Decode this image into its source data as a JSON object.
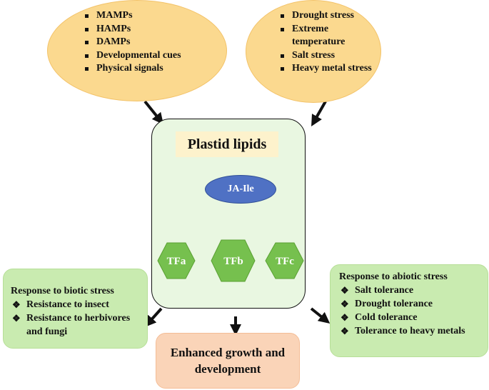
{
  "biotic_signals": {
    "items": [
      "MAMPs",
      "HAMPs",
      "DAMPs",
      "Developmental cues",
      "Physical signals"
    ]
  },
  "abiotic_signals": {
    "items": [
      "Drought stress",
      "Extreme temperature",
      "Salt stress",
      "Heavy metal stress"
    ]
  },
  "center": {
    "plastid_label": "Plastid lipids",
    "ja_label": "JA-Ile",
    "tfs": [
      "TFa",
      "TFb",
      "TFc"
    ]
  },
  "biotic_response": {
    "title": "Response to biotic stress",
    "items": [
      "Resistance to insect",
      "Resistance to herbivores and fungi"
    ]
  },
  "abiotic_response": {
    "title": "Response to abiotic stress",
    "items": [
      "Salt tolerance",
      "Drought tolerance",
      "Cold tolerance",
      "Tolerance to heavy metals"
    ]
  },
  "outcome": {
    "label": "Enhanced growth and development"
  },
  "colors": {
    "oval_fill": "#fbd98f",
    "center_fill": "#e9f7e1",
    "plastid_fill": "#fdf2cc",
    "ja_fill": "#4f71c4",
    "hex_fill": "#76c04e",
    "side_fill": "#c9ebb0",
    "outcome_fill": "#fad4b8"
  }
}
